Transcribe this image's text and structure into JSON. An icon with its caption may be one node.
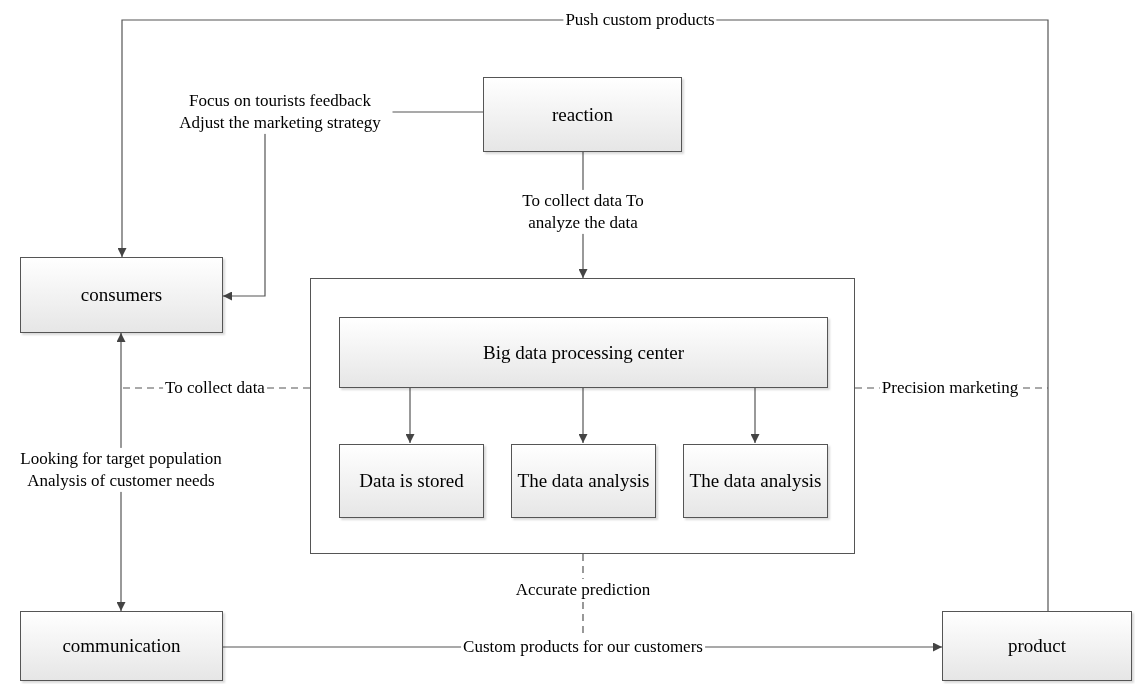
{
  "diagram": {
    "nodes": [
      {
        "text": [
          "consumers"
        ]
      },
      {
        "text": [
          "reaction"
        ]
      },
      {
        "text": [],
        "shape": "box"
      },
      {
        "text": [
          "Big data processing center"
        ],
        "in": 2
      },
      {
        "text": [
          "Data is stored"
        ],
        "in": 2
      },
      {
        "text": [
          "The data analysis"
        ],
        "in": 2
      },
      {
        "text": [
          "The data analysis"
        ],
        "in": 2
      },
      {
        "text": [
          "communication"
        ]
      },
      {
        "text": [
          "product"
        ]
      }
    ],
    "edges": [
      {
        "from": 8,
        "to": 0,
        "arrow": "to",
        "label": "Push custom products"
      },
      {
        "from": 1,
        "to": 0,
        "arrow": "to",
        "label": "Focus on tourists feedback Adjust the marketing strategy"
      },
      {
        "from": 1,
        "to": 2,
        "arrow": "to",
        "label": "To collect data To analyze the data"
      },
      {
        "from": 3,
        "to": 4,
        "arrow": "to"
      },
      {
        "from": 3,
        "to": 5,
        "arrow": "to"
      },
      {
        "from": 3,
        "to": 6,
        "arrow": "to"
      },
      {
        "from": 0,
        "to": 7,
        "arrow": "both",
        "label": "Looking for target population Analysis of customer needs"
      },
      {
        "from": 2,
        "to": null,
        "arrow": "none",
        "style": "dashed",
        "label": "To collect data"
      },
      {
        "from": 7,
        "to": 8,
        "arrow": "to",
        "label": "Custom products for our customers"
      },
      {
        "from": 2,
        "to": null,
        "arrow": "none",
        "style": "dashed",
        "label": "Precision marketing"
      },
      {
        "from": 2,
        "to": null,
        "arrow": "none",
        "style": "dashed",
        "label": "Accurate prediction"
      }
    ]
  }
}
